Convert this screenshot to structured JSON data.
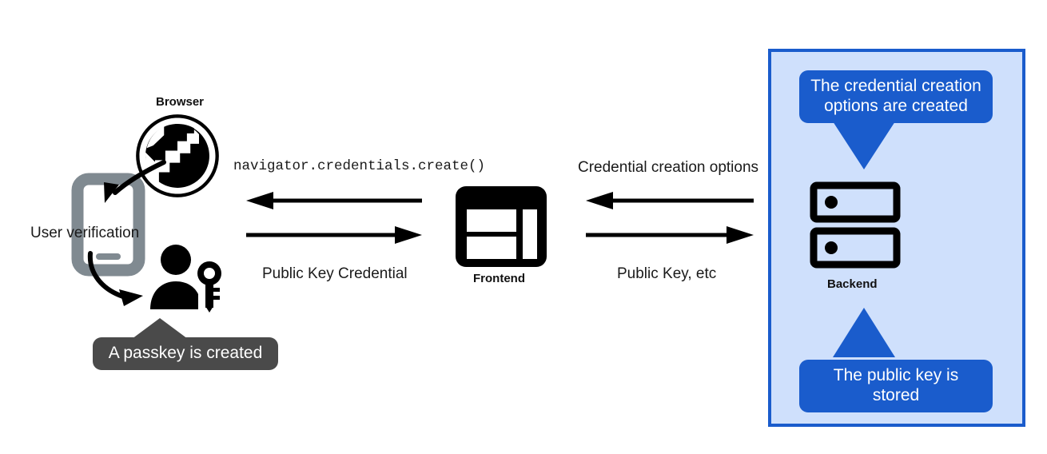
{
  "diagram": {
    "title": "WebAuthn passkey registration flow",
    "colors": {
      "panel_fill": "#cfe0fc",
      "panel_border": "#1a5ccc",
      "tooltip_blue": "#1a5ccc",
      "tooltip_gray": "#4a4a4a",
      "icon_black": "#000000",
      "phone_gray": "#808a91",
      "text": "#1a1a1a"
    },
    "nodes": [
      {
        "id": "browser",
        "label": "Browser",
        "icon": "globe-icon"
      },
      {
        "id": "frontend",
        "label": "Frontend",
        "icon": "window-layout-icon"
      },
      {
        "id": "backend",
        "label": "Backend",
        "icon": "server-icon"
      }
    ],
    "annotations": {
      "user_verification": "User verification",
      "phone_icon": "smartphone-icon",
      "user_key_icon": "user-with-key-icon"
    },
    "arrows": {
      "browser_frontend_top": {
        "label": "navigator.credentials.create()",
        "direction": "left",
        "style": "monospace"
      },
      "browser_frontend_bottom": {
        "label": "Public Key Credential",
        "direction": "right",
        "style": "sans"
      },
      "frontend_backend_top": {
        "label": "Credential creation options",
        "direction": "left",
        "style": "sans"
      },
      "frontend_backend_bottom": {
        "label": "Public Key, etc",
        "direction": "right",
        "style": "sans"
      }
    },
    "tooltips": {
      "passkey_created": "A passkey is created",
      "credential_options_created": "The credential creation\noptions are created",
      "credential_options_created_line1": "The credential creation",
      "credential_options_created_line2": "options are created",
      "public_key_stored_line1": "The public key is",
      "public_key_stored_line2": "stored"
    }
  }
}
